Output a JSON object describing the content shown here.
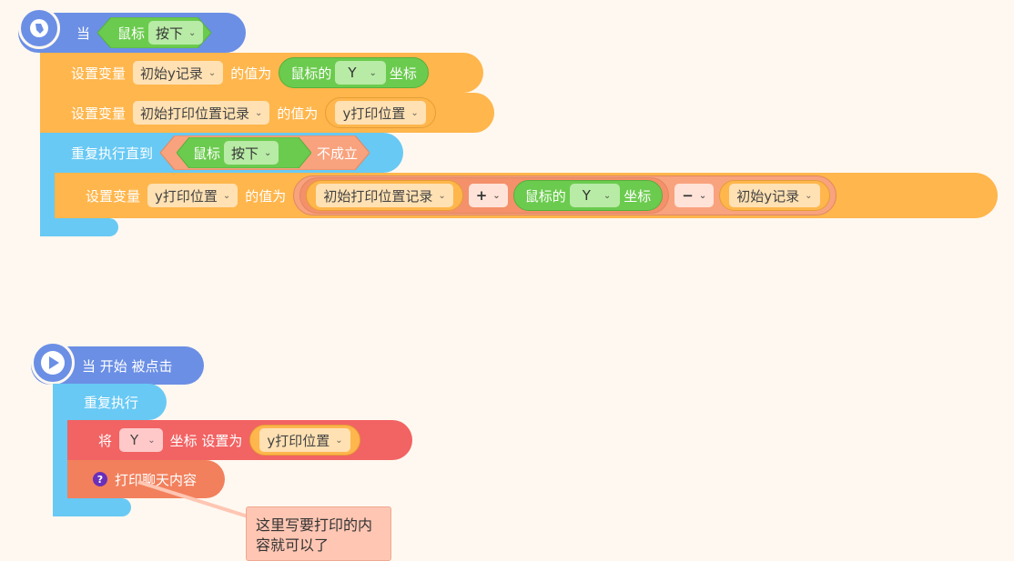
{
  "script1": {
    "hat": {
      "when": "当",
      "mouse": "鼠标",
      "press": "按下"
    },
    "set1": {
      "label": "设置变量",
      "var": "初始y记录",
      "value_of": "的值为",
      "mouse_the": "鼠标的",
      "axis": "Y",
      "coord": "坐标"
    },
    "set2": {
      "label": "设置变量",
      "var": "初始打印位置记录",
      "value_of": "的值为",
      "reporter": "y打印位置"
    },
    "loop": {
      "label": "重复执行直到",
      "mouse": "鼠标",
      "press": "按下",
      "not": "不成立"
    },
    "set3": {
      "label": "设置变量",
      "var": "y打印位置",
      "value_of": "的值为",
      "term1": "初始打印位置记录",
      "plus": "+",
      "mouse_the": "鼠标的",
      "axis": "Y",
      "coord": "坐标",
      "minus": "−",
      "term2": "初始y记录"
    }
  },
  "script2": {
    "hat": {
      "label": "当 开始 被点击"
    },
    "forever": {
      "label": "重复执行"
    },
    "setcoord": {
      "prefix": "将",
      "axis": "Y",
      "coord_set": "坐标 设置为",
      "reporter": "y打印位置"
    },
    "print": {
      "label": "打印聊天内容"
    },
    "comment": {
      "text": "这里写要打印的内容就可以了"
    }
  },
  "colors": {
    "event": "#6B8FE5",
    "data": "#FFB64C",
    "control": "#68C9F4",
    "sensing": "#6BCB4E",
    "operator": "#F9A27E",
    "motion": "#F26363",
    "looks": "#F2805C",
    "comment": "#FFC6B3"
  }
}
